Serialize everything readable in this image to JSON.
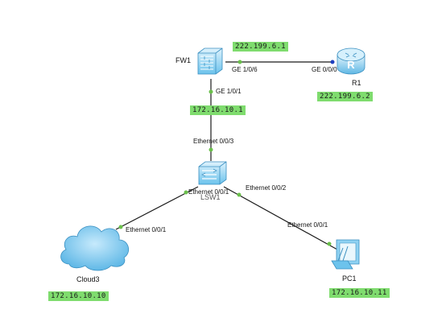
{
  "devices": {
    "fw1": "FW1",
    "r1": "R1",
    "lsw1": "LSW1",
    "cloud3": "Cloud3",
    "pc1": "PC1"
  },
  "ports": {
    "fw1_ge106": "GE 1/0/6",
    "r1_ge000": "GE 0/0/0",
    "fw1_ge101": "GE 1/0/1",
    "lsw1_eth003": "Ethernet 0/0/3",
    "lsw1_eth001": "Ethernet 0/0/1",
    "lsw1_eth002": "Ethernet 0/0/2",
    "cloud3_eth001": "Ethernet 0/0/1",
    "pc1_eth001": "Ethernet 0/0/1"
  },
  "addresses": {
    "fw1_wan": "222.199.6.1",
    "r1_wan": "222.199.6.2",
    "fw1_lan": "172.16.10.1",
    "cloud3": "172.16.10.10",
    "pc1": "172.16.10.11"
  },
  "colors": {
    "ip_label_bg": "#7fdc6e",
    "port_dot": "#6abf4b",
    "r1_port_dot": "#1f3fbf"
  },
  "icons": {
    "fw1": "firewall-icon",
    "r1": "router-icon",
    "lsw1": "switch-icon",
    "cloud3": "cloud-icon",
    "pc1": "pc-icon"
  }
}
